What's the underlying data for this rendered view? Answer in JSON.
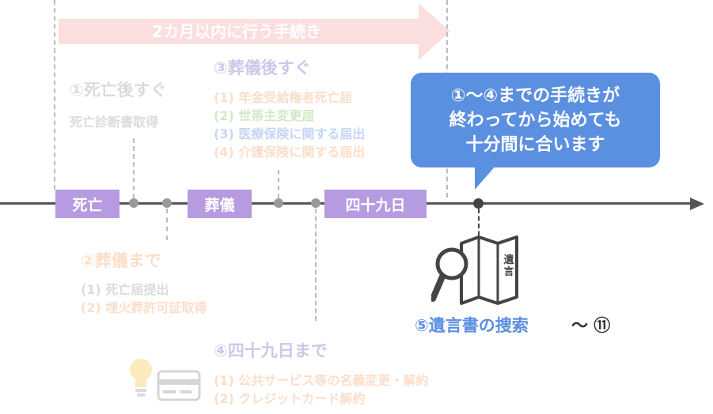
{
  "banner": {
    "text": "2カ月以内に行う手続き"
  },
  "step1": {
    "title": "①死亡後すぐ",
    "item": "死亡診断書取得"
  },
  "step2": {
    "title": "②葬儀まで",
    "items": [
      "(1) 死亡届提出",
      "(2) 埋火葬許可証取得"
    ]
  },
  "step3": {
    "title": "③葬儀後すぐ",
    "items": [
      {
        "label": "(1) 年金受給権者死亡届",
        "color": "#f4a36a"
      },
      {
        "label": "(2) 世帯主変更届",
        "color": "#7fbf5a"
      },
      {
        "label": "(3) 医療保険に関する届出",
        "color": "#5b8fe0"
      },
      {
        "label": "(4) 介護保険に関する届出",
        "color": "#f4a36a"
      }
    ]
  },
  "step4": {
    "title": "④四十九日まで",
    "items": [
      "(1) 公共サービス等の名義変更・解約",
      "(2) クレジットカード解約"
    ]
  },
  "timeline": {
    "labels": [
      "死亡",
      "葬儀",
      "四十九日"
    ]
  },
  "bubble": {
    "lines": [
      "①〜④までの手続きが",
      "終わってから始めても",
      "十分間に合います"
    ]
  },
  "step5": {
    "title": "⑤遺言書の捜索",
    "suffix": "〜 ⑪",
    "icon_text": "遺言"
  },
  "colors": {
    "purple": "#b79be0",
    "blue": "#5b8fe0",
    "banner": "#f5a3a3",
    "orange": "#f4a36a",
    "green": "#7fbf5a"
  }
}
